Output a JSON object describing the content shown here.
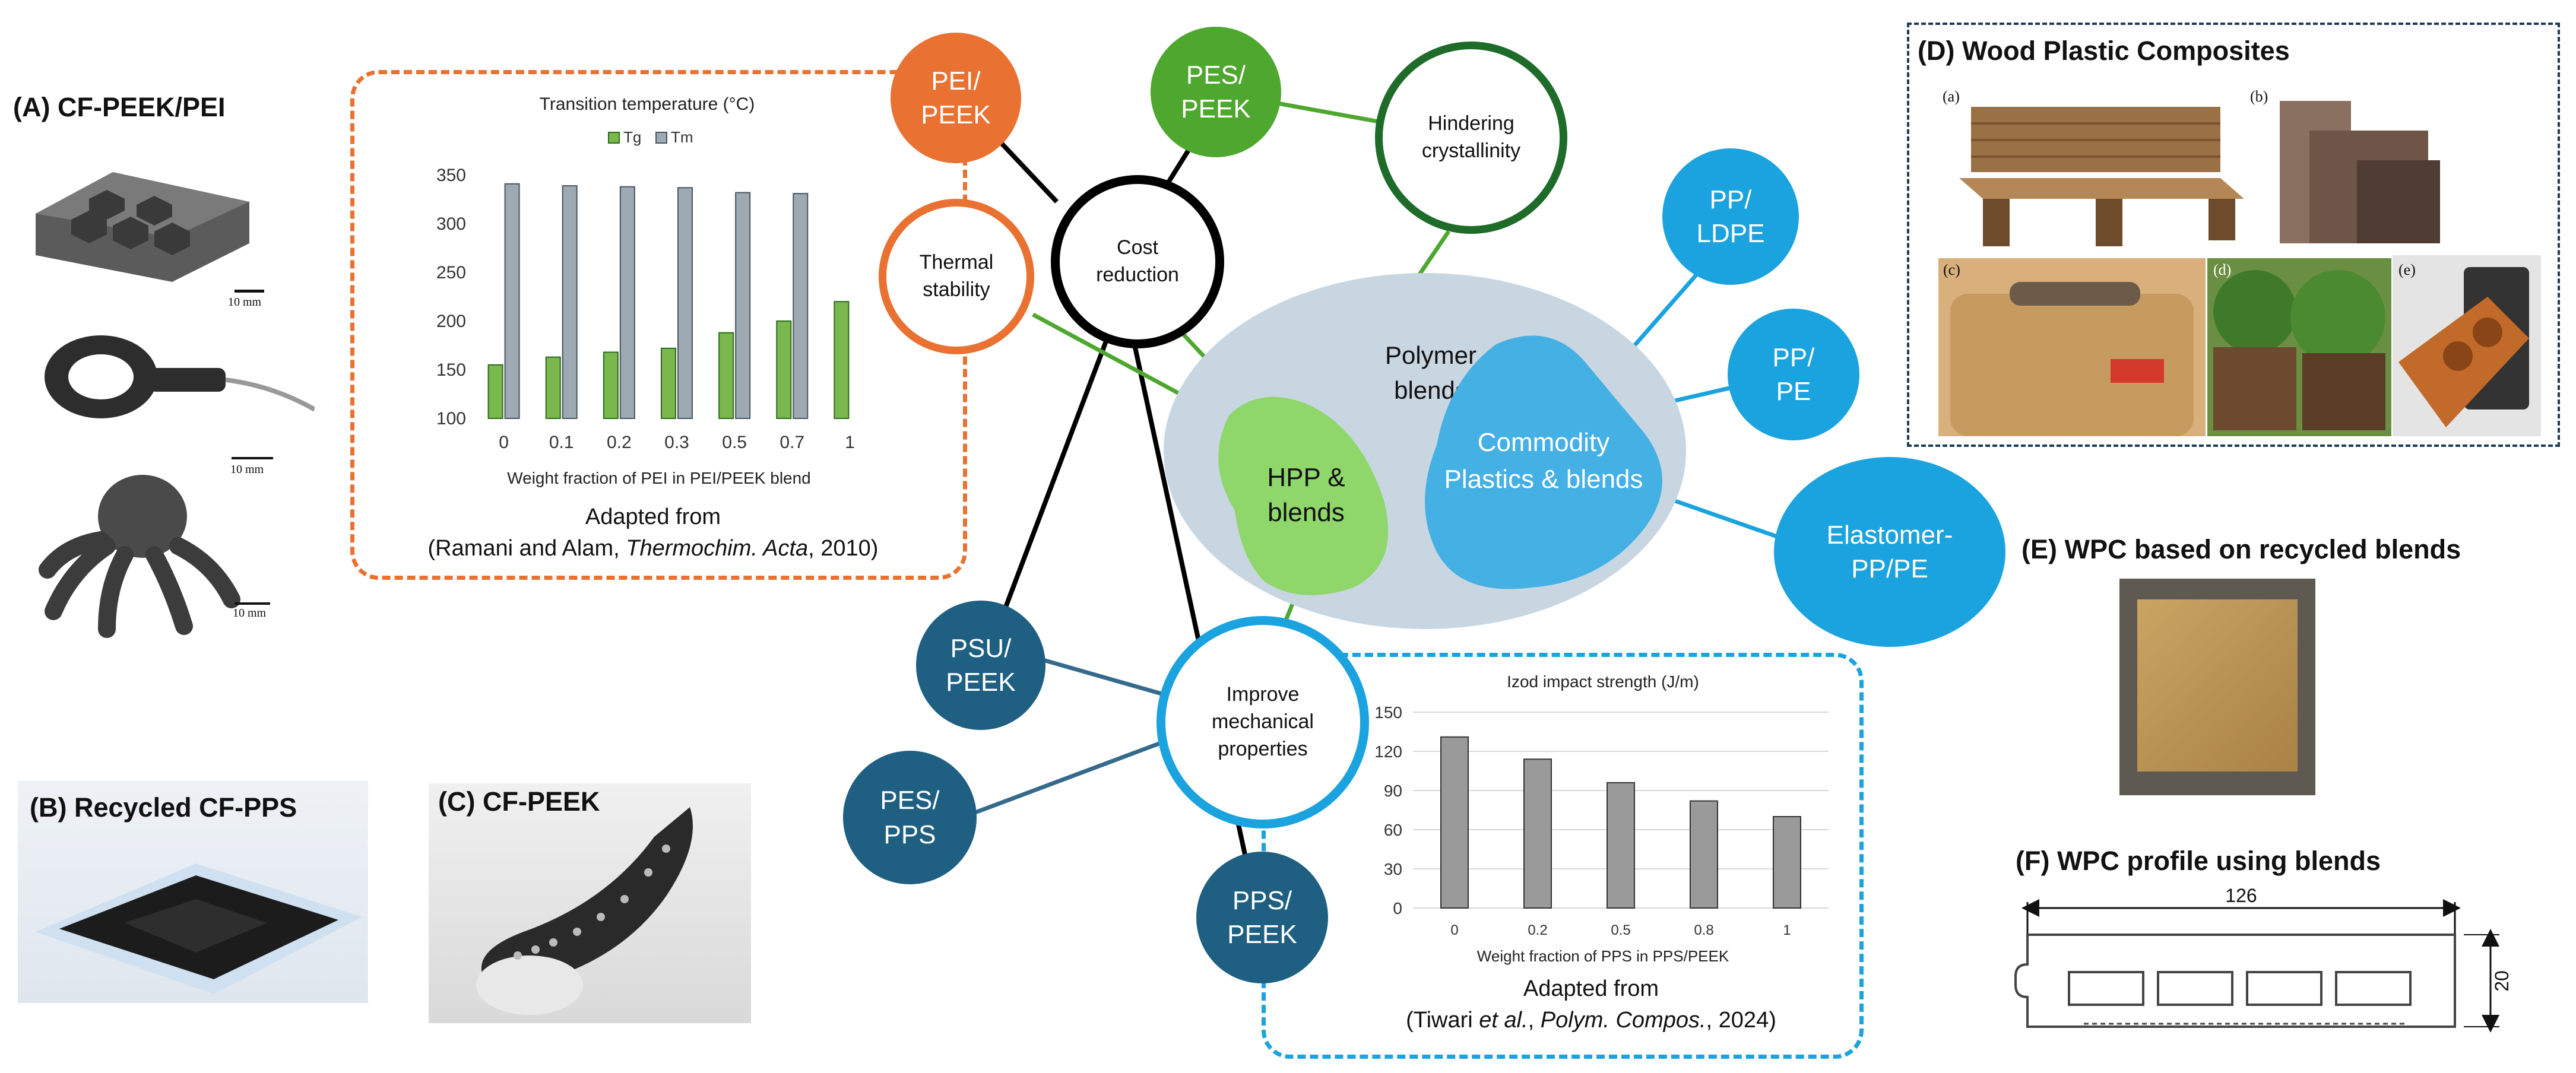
{
  "panels": {
    "a": "(A) CF-PEEK/PEI",
    "b": "(B) Recycled CF-PPS",
    "c": "(C) CF-PEEK",
    "d": "(D) Wood Plastic Composites",
    "e": "(E) WPC based on recycled blends",
    "f": "(F) WPC profile using blends"
  },
  "scale_bars": [
    "10 mm",
    "10 mm",
    "10 mm"
  ],
  "wpc_sublabels": [
    "(a)",
    "(b)",
    "(c)",
    "(d)",
    "(e)"
  ],
  "profile_dims": {
    "width": "126",
    "height": "20"
  },
  "nodes": {
    "pei_peek": [
      "PEI/",
      "PEEK"
    ],
    "pes_peek": [
      "PES/",
      "PEEK"
    ],
    "hindering": [
      "Hindering",
      "crystallinity"
    ],
    "cost": [
      "Cost",
      "reduction"
    ],
    "thermal": [
      "Thermal",
      "stability"
    ],
    "polymer_blends": [
      "Polymer",
      "blends"
    ],
    "hpp": [
      "HPP &",
      "blends"
    ],
    "commodity": [
      "Commodity",
      "Plastics & blends"
    ],
    "pp_ldpe": [
      "PP/",
      "LDPE"
    ],
    "pp_pe": [
      "PP/",
      "PE"
    ],
    "elastomer": [
      "Elastomer-",
      "PP/PE"
    ],
    "psu_peek": [
      "PSU/",
      "PEEK"
    ],
    "pes_pps": [
      "PES/",
      "PPS"
    ],
    "pps_peek": [
      "PPS/",
      "PEEK"
    ],
    "improve": [
      "Improve",
      "mechanical",
      "properties"
    ]
  },
  "captions": {
    "chart1_line1": "Adapted from",
    "chart1_authors": "(Ramani and Alam, ",
    "chart1_journal": "Thermochim. Acta",
    "chart1_year": ", 2010)",
    "chart2_line1": "Adapted from",
    "chart2_authors_a": "(Tiwari ",
    "chart2_authors_etal": "et al.",
    "chart2_authors_b": ", ",
    "chart2_journal": "Polym. Compos.",
    "chart2_year": ", 2024)"
  },
  "colors": {
    "orange": "#e97132",
    "green": "#4ea72e",
    "dark_green": "#1e6b2a",
    "light_green": "#8fd66b",
    "blue": "#1aa3df",
    "light_blue": "#45b0e3",
    "dark_blue": "#1e5f82",
    "blob_grey": "#c8d6e2",
    "wpc_border": "#1f3b55"
  },
  "chart_data": [
    {
      "type": "bar",
      "title": "Transition temperature (°C)",
      "xlabel": "Weight fraction of PEI in PEI/PEEK blend",
      "ylabel": "",
      "categories": [
        "0",
        "0.1",
        "0.2",
        "0.3",
        "0.5",
        "0.7",
        "1"
      ],
      "series": [
        {
          "name": "Tg",
          "values": [
            155,
            163,
            168,
            172,
            188,
            200,
            220
          ]
        },
        {
          "name": "Tm",
          "values": [
            341,
            339,
            338,
            337,
            332,
            331,
            null
          ]
        }
      ],
      "ylim": [
        100,
        350
      ],
      "yticks": [
        "100",
        "150",
        "200",
        "250",
        "300",
        "350"
      ],
      "legend": "top-center",
      "grid": false
    },
    {
      "type": "bar",
      "title": "Izod impact strength (J/m)",
      "xlabel": "Weight fraction of PPS in PPS/PEEK",
      "ylabel": "",
      "categories": [
        "0",
        "0.2",
        "0.5",
        "0.8",
        "1"
      ],
      "values": [
        131,
        114,
        96,
        82,
        70
      ],
      "ylim": [
        0,
        150
      ],
      "yticks": [
        "0",
        "30",
        "60",
        "90",
        "120",
        "150"
      ],
      "grid": true
    }
  ]
}
